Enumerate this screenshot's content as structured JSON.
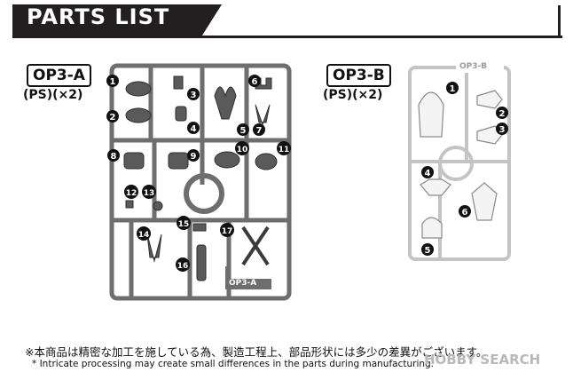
{
  "header": {
    "title": "PARTS LIST"
  },
  "runner_a": {
    "label": "OP3-A",
    "quantity": "(PS)(×2)",
    "tag": "OP3-A",
    "part_numbers": [
      "1",
      "2",
      "3",
      "4",
      "5",
      "6",
      "7",
      "8",
      "9",
      "10",
      "11",
      "12",
      "13",
      "14",
      "15",
      "16",
      "17"
    ]
  },
  "runner_b": {
    "label": "OP3-B",
    "quantity": "(PS)(×2)",
    "tag": "OP3-B",
    "part_numbers": [
      "1",
      "2",
      "3",
      "4",
      "5",
      "6"
    ]
  },
  "notes": {
    "japanese": "※本商品は精密な加工を施している為、製造工程上、部品形状には多少の差異がございます。",
    "english": "* Intricate processing may create small differences in the parts during manufacturing."
  },
  "watermark": "HOBBY SEARCH"
}
